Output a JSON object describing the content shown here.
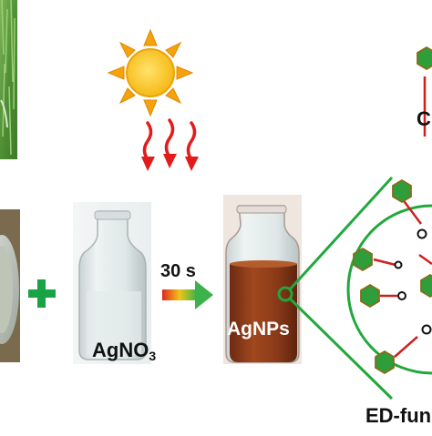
{
  "labels": {
    "agno3_main": "AgNO",
    "agno3_sub": "3",
    "time": "30 s",
    "product": "AgNPs",
    "functionalized": "ED-fun",
    "partial_top_right": "C"
  },
  "icons": {
    "sun": "sun-icon",
    "heat": "wavy-arrows-icon",
    "plus": "plus-icon",
    "reaction_arrow": "gradient-arrow-icon",
    "molecule": "hexagon-ligand-icon"
  },
  "colors": {
    "sun": "#f7c21a",
    "sun_ray": "#f5a20c",
    "heat_arrow": "#e31b1b",
    "plus": "#1aa344",
    "zoom_circle": "#21a83c",
    "hexagon": "#2e9d3a",
    "hexagon_stroke": "#8a6b1c",
    "bond": "#d01f1f",
    "agnps_liquid": "#8a3a1c",
    "grass": "#5a9a3a"
  }
}
